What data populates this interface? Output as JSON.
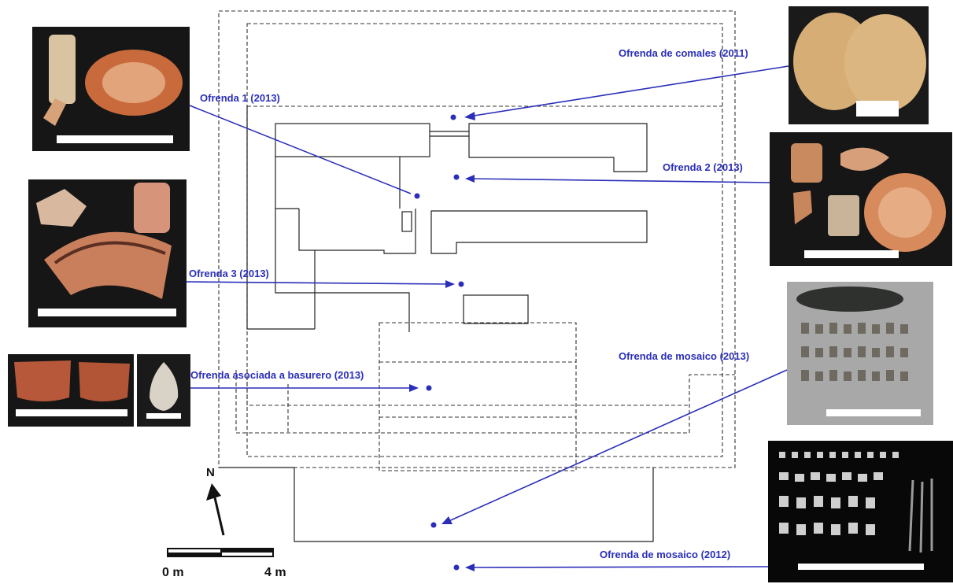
{
  "offerings": [
    {
      "id": "ofrenda-1",
      "label": "Ofrenda 1 (2013)",
      "photo": "ceramic-vessels-photo"
    },
    {
      "id": "ofrenda-3",
      "label": "Ofrenda 3 (2013)",
      "photo": "ceramic-sherds-photo"
    },
    {
      "id": "ofrenda-basurero",
      "label": "Ofrenda asociada a basurero (2013)",
      "photo": "bowl-sherds-and-stone-photo"
    },
    {
      "id": "ofrenda-comales",
      "label": "Ofrenda de comales (2011)",
      "photo": "comales-photo"
    },
    {
      "id": "ofrenda-2",
      "label": "Ofrenda 2 (2013)",
      "photo": "bowls-and-cylinders-photo"
    },
    {
      "id": "ofrenda-mosaico-2013",
      "label": "Ofrenda de mosaico (2013)",
      "photo": "mosaic-pieces-photo"
    },
    {
      "id": "ofrenda-mosaico-2012",
      "label": "Ofrenda de mosaico (2012)",
      "photo": "mosaic-pieces-dark-photo"
    }
  ],
  "north_arrow": {
    "label": "N",
    "icon": "north-arrow-icon"
  },
  "scale_bar": {
    "start_label": "0 m",
    "end_label": "4 m"
  },
  "colors": {
    "label_blue": "#2b2fb8",
    "plan_line": "#222222"
  }
}
